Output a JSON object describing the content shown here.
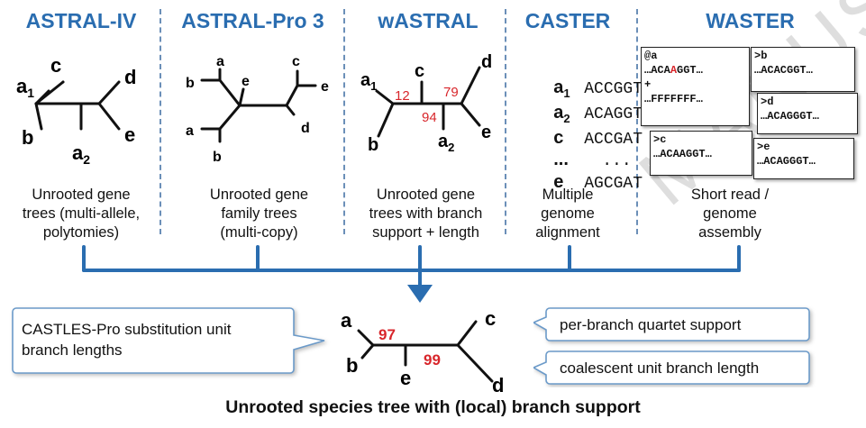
{
  "headers": [
    "ASTRAL-IV",
    "ASTRAL-Pro 3",
    "wASTRAL",
    "CASTER",
    "WASTER"
  ],
  "descriptions": [
    [
      "Unrooted gene",
      "trees (multi-allele,",
      "polytomies)"
    ],
    [
      "Unrooted gene",
      "family trees",
      "(multi-copy)"
    ],
    [
      "Unrooted gene",
      "trees with branch",
      "support + length"
    ],
    [
      "Multiple",
      "genome",
      "alignment"
    ],
    [
      "Short read /",
      "genome",
      "assembly"
    ]
  ],
  "tree1": {
    "a1": "a",
    "a1_sub": "1",
    "b": "b",
    "c": "c",
    "a2": "a",
    "a2_sub": "2",
    "d": "d",
    "e": "e"
  },
  "tree2": {
    "labels": [
      "a",
      "b",
      "e",
      "a",
      "b",
      "c",
      "e",
      "d"
    ]
  },
  "tree3": {
    "a1": "a",
    "a1_sub": "1",
    "b": "b",
    "c": "c",
    "a2": "a",
    "a2_sub": "2",
    "d": "d",
    "e": "e",
    "support_1": "12",
    "support_2": "94",
    "support_3": "79"
  },
  "alignment": {
    "rows": [
      {
        "name": "a",
        "sub": "1",
        "seq": "ACCGGT"
      },
      {
        "name": "a",
        "sub": "2",
        "seq": "ACAGGT"
      },
      {
        "name": "c",
        "sub": "",
        "seq": "ACCGAT"
      },
      {
        "name": "...",
        "sub": "",
        "seq": "..."
      },
      {
        "name": "e",
        "sub": "",
        "seq": "AGCGAT"
      }
    ]
  },
  "reads": {
    "a_header": "@a",
    "a_seq_pre": "…ACA",
    "a_seq_red": "A",
    "a_seq_post": "GGT…",
    "a_plus": "+",
    "a_qual": "…FFFFFFF…",
    "b_header": ">b",
    "b_seq": "…ACACGGT…",
    "d_header": ">d",
    "d_seq": "…ACAGGGT…",
    "c_header": ">c",
    "c_seq": "…ACAAGGT…",
    "e_header": ">e",
    "e_seq": "…ACAGGGT…"
  },
  "callouts": {
    "left_line1": "CASTLES-Pro substitution unit",
    "left_line2": "branch lengths",
    "right_top": "per-branch quartet support",
    "right_bottom": "coalescent unit branch length"
  },
  "species_tree": {
    "a": "a",
    "b": "b",
    "e": "e",
    "c": "c",
    "d": "d",
    "support_1": "97",
    "support_2": "99"
  },
  "footer": "Unrooted species tree  with (local) branch support",
  "watermark": "MANUSCRIPT",
  "colors": {
    "header_blue": "#2a6db0",
    "support_red": "#d8262b",
    "bracket_blue": "#2a6db0"
  }
}
